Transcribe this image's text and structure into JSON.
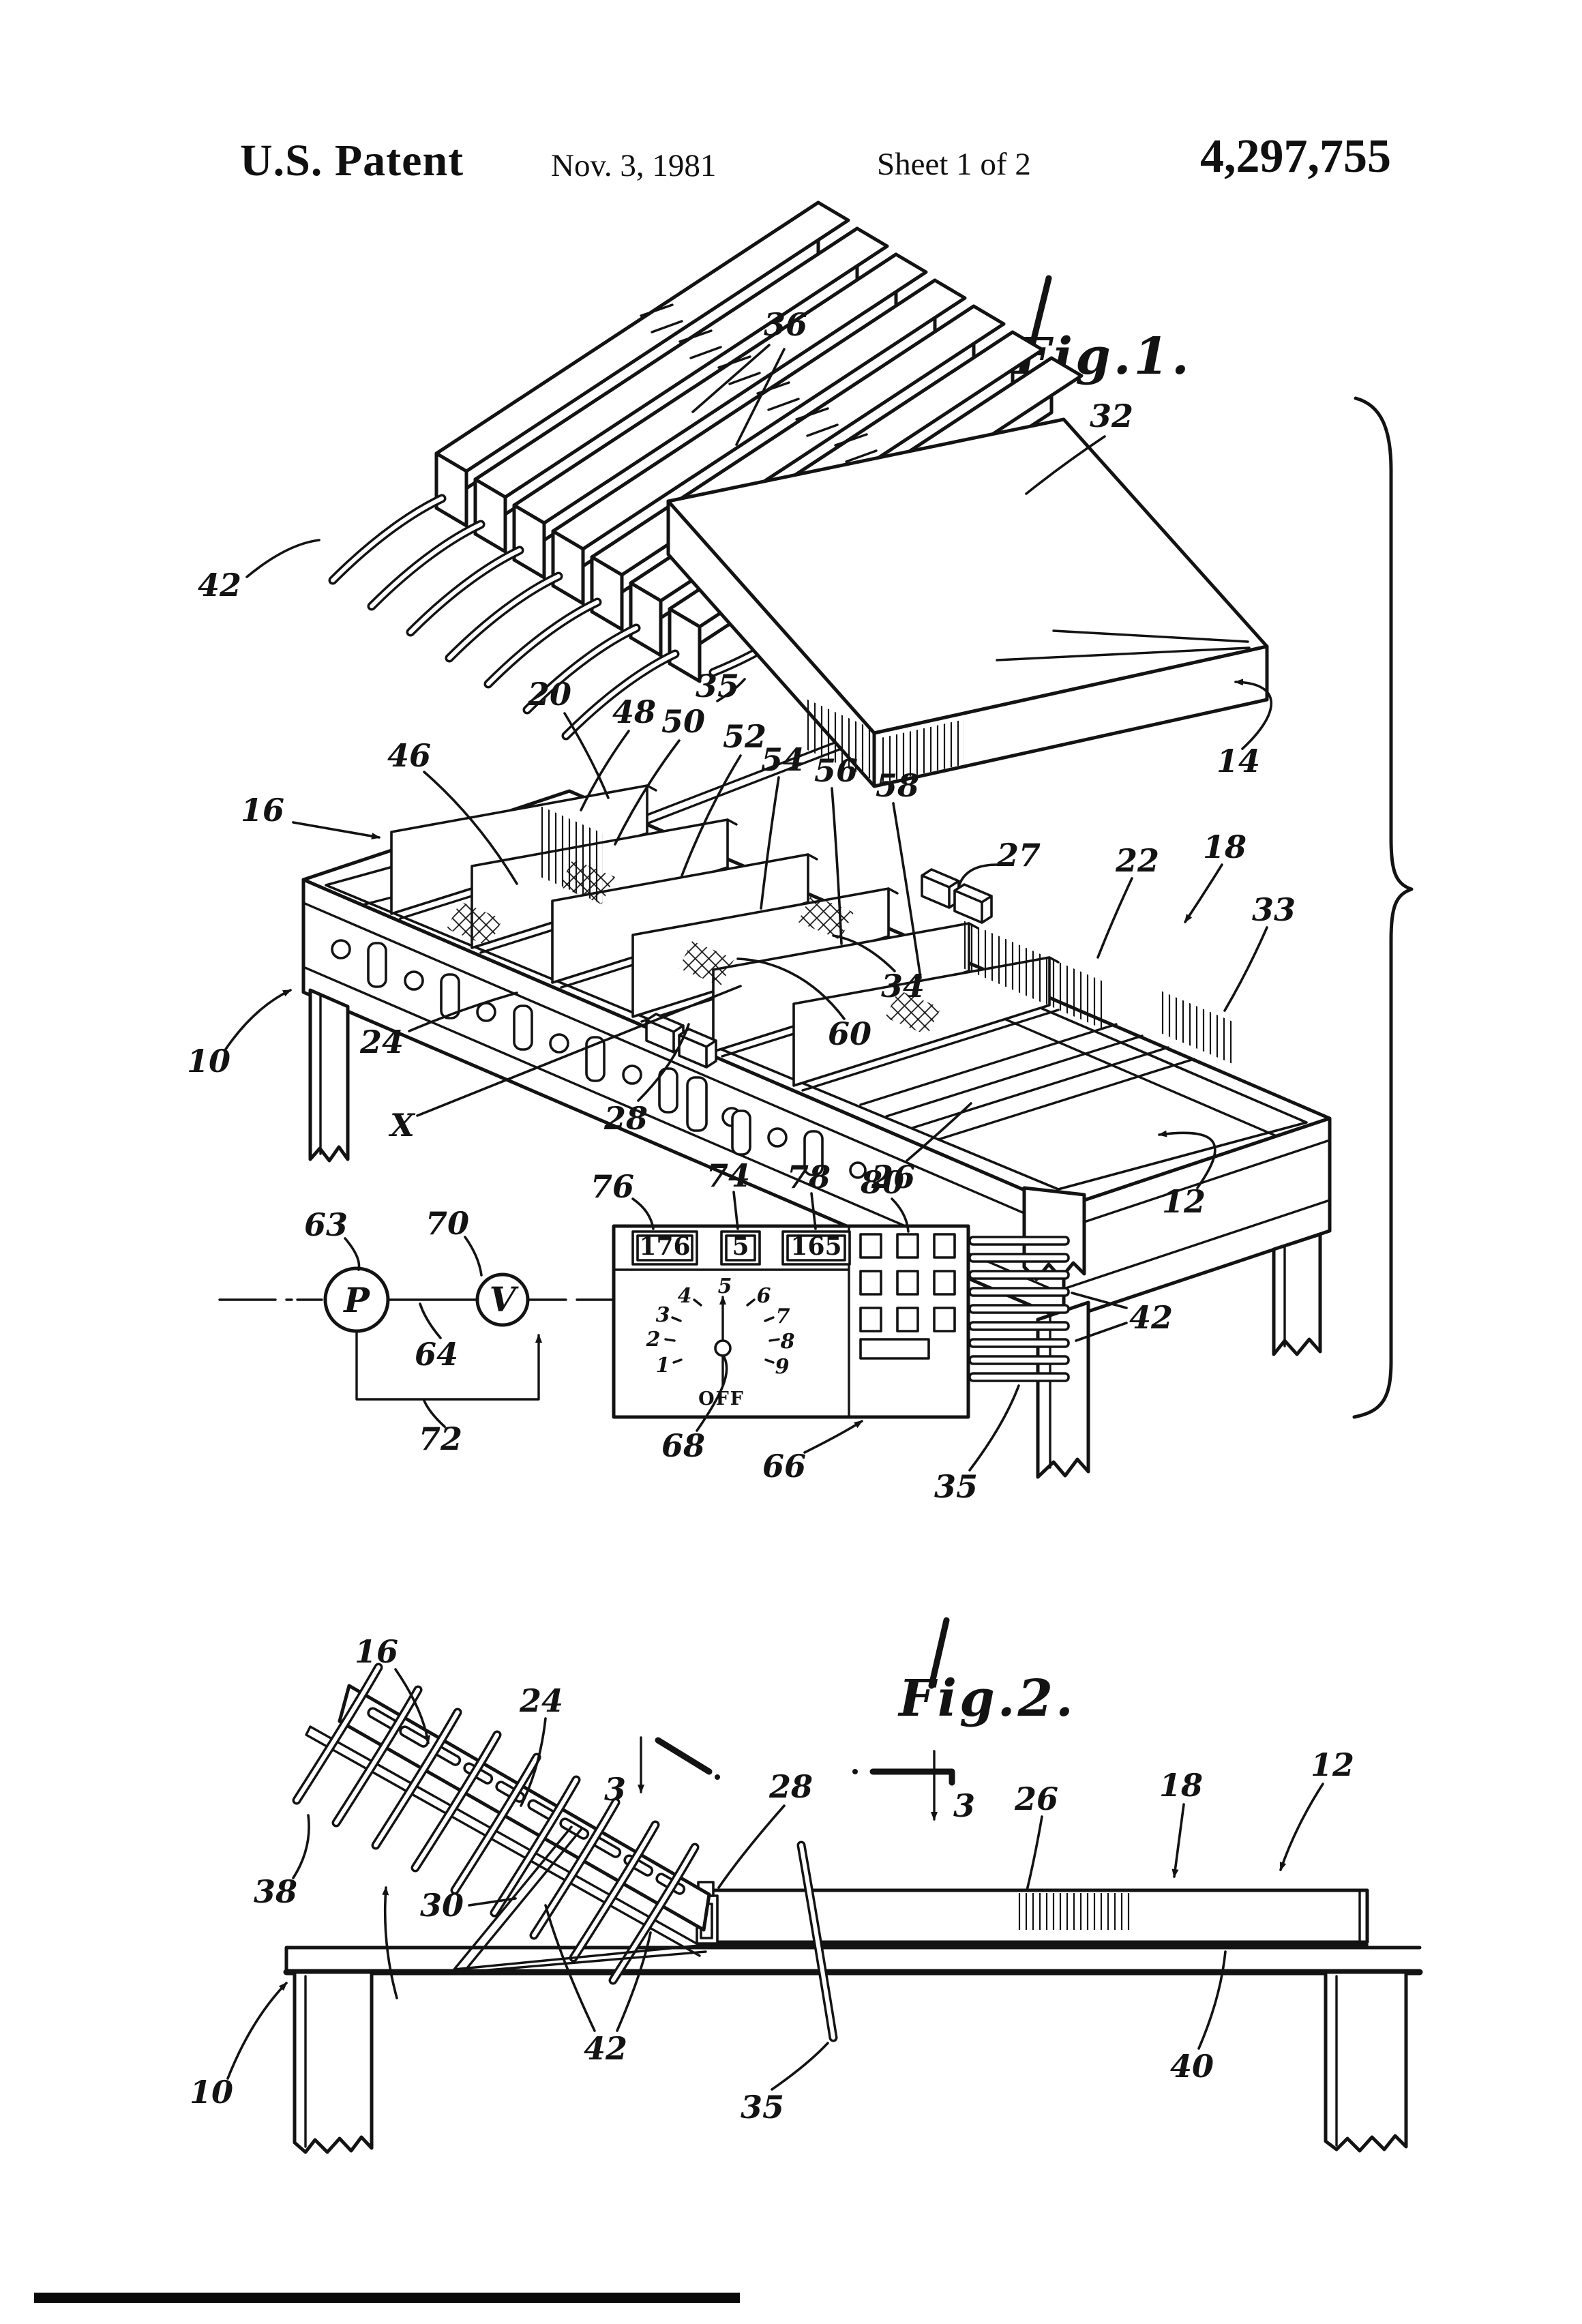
{
  "header": {
    "title": "U.S. Patent",
    "date": "Nov. 3, 1981",
    "sheet": "Sheet 1 of 2",
    "patent_number": "4,297,755"
  },
  "fig1": {
    "title": "Fig.1.",
    "refs": {
      "r36": "36",
      "r32": "32",
      "r42a": "42",
      "r35a": "35",
      "r14": "14",
      "r20": "20",
      "r48": "48",
      "r50": "50",
      "r52": "52",
      "r54": "54",
      "r56": "56",
      "r58": "58",
      "r46": "46",
      "r16": "16",
      "r27": "27",
      "r22": "22",
      "r18": "18",
      "r33": "33",
      "r24": "24",
      "r10": "10",
      "rX": "X",
      "r28": "28",
      "r60": "60",
      "r34": "34",
      "r26": "26",
      "r12": "12"
    },
    "panel": {
      "displays": [
        "176",
        "5",
        "165"
      ],
      "gauge_p": "P",
      "gauge_v": "V",
      "dial": {
        "numbers": [
          "1",
          "2",
          "3",
          "4",
          "5",
          "6",
          "7",
          "8",
          "9"
        ],
        "off": "OFF"
      },
      "refs": {
        "r76": "76",
        "r74": "74",
        "r78": "78",
        "r80": "80",
        "r63": "63",
        "r70": "70",
        "r64": "64",
        "r72": "72",
        "r68": "68",
        "r66": "66",
        "r42b": "42",
        "r35b": "35"
      }
    }
  },
  "fig2": {
    "title": "Fig.2.",
    "refs": {
      "r16": "16",
      "r24": "24",
      "r38": "38",
      "r30": "30",
      "sec3a": "3",
      "sec3b": "3",
      "r28": "28",
      "r26": "26",
      "r18": "18",
      "r12": "12",
      "r42": "42",
      "r35": "35",
      "r40": "40",
      "r10": "10"
    }
  }
}
